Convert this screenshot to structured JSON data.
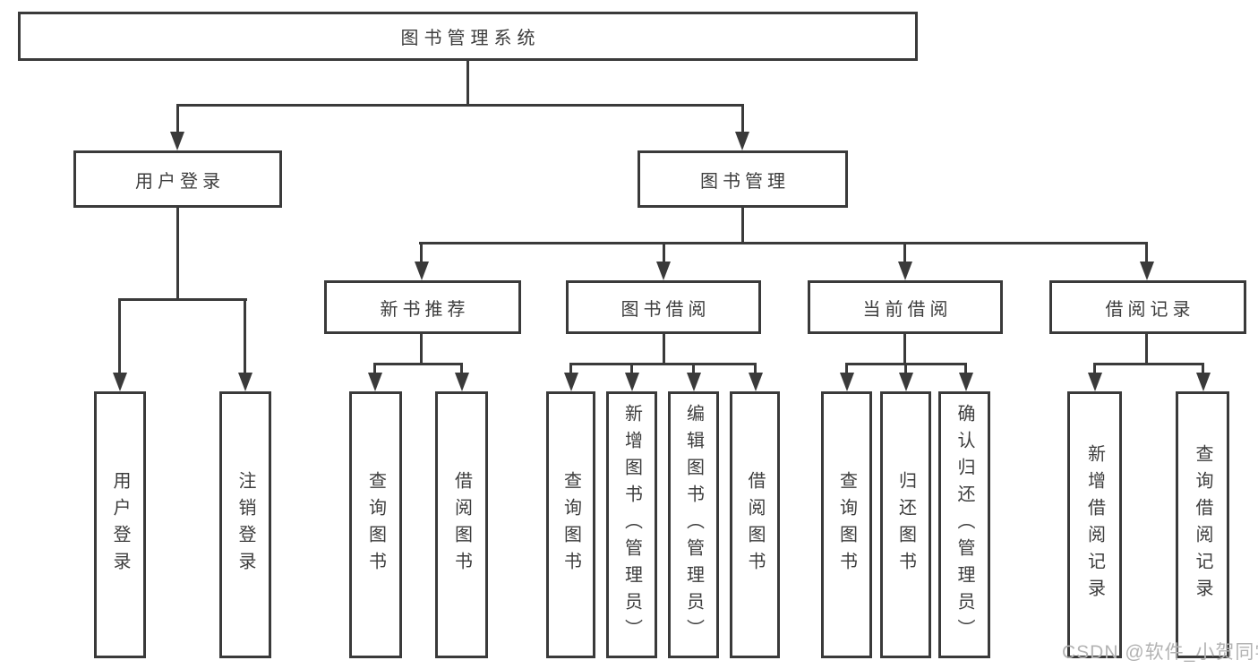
{
  "colors": {
    "line": "#3a3a3a",
    "box_border": "#3a3a3a",
    "box_background": "#ffffff",
    "text": "#3d3d3d",
    "watermark": "#b3b3b3",
    "page_background": "#ffffff"
  },
  "nodes": {
    "root": "图书管理系统",
    "user_login": "用户登录",
    "book_mgmt": "图书管理",
    "new_book_rec": "新书推荐",
    "book_borrow": "图书借阅",
    "current_borrow": "当前借阅",
    "borrow_records": "借阅记录",
    "leaf_user_login": "用户登录",
    "leaf_logout": "注销登录",
    "leaf_query_book_rec": "查询图书",
    "leaf_borrow_book_rec": "借阅图书",
    "leaf_query_book_borrow": "查询图书",
    "leaf_add_book_admin": "新增图书（管理员）",
    "leaf_edit_book_admin": "编辑图书（管理员）",
    "leaf_borrow_book_borrow": "借阅图书",
    "leaf_query_book_current": "查询图书",
    "leaf_return_book": "归还图书",
    "leaf_confirm_return_admin": "确认归还（管理员）",
    "leaf_add_borrow_record": "新增借阅记录",
    "leaf_query_borrow_record": "查询借阅记录"
  },
  "tree": {
    "图书管理系统": {
      "用户登录": [
        "用户登录",
        "注销登录"
      ],
      "图书管理": {
        "新书推荐": [
          "查询图书",
          "借阅图书"
        ],
        "图书借阅": [
          "查询图书",
          "新增图书（管理员）",
          "编辑图书（管理员）",
          "借阅图书"
        ],
        "当前借阅": [
          "查询图书",
          "归还图书",
          "确认归还（管理员）"
        ],
        "借阅记录": [
          "新增借阅记录",
          "查询借阅记录"
        ]
      }
    }
  },
  "watermark": "CSDN @软件_小贺同学"
}
